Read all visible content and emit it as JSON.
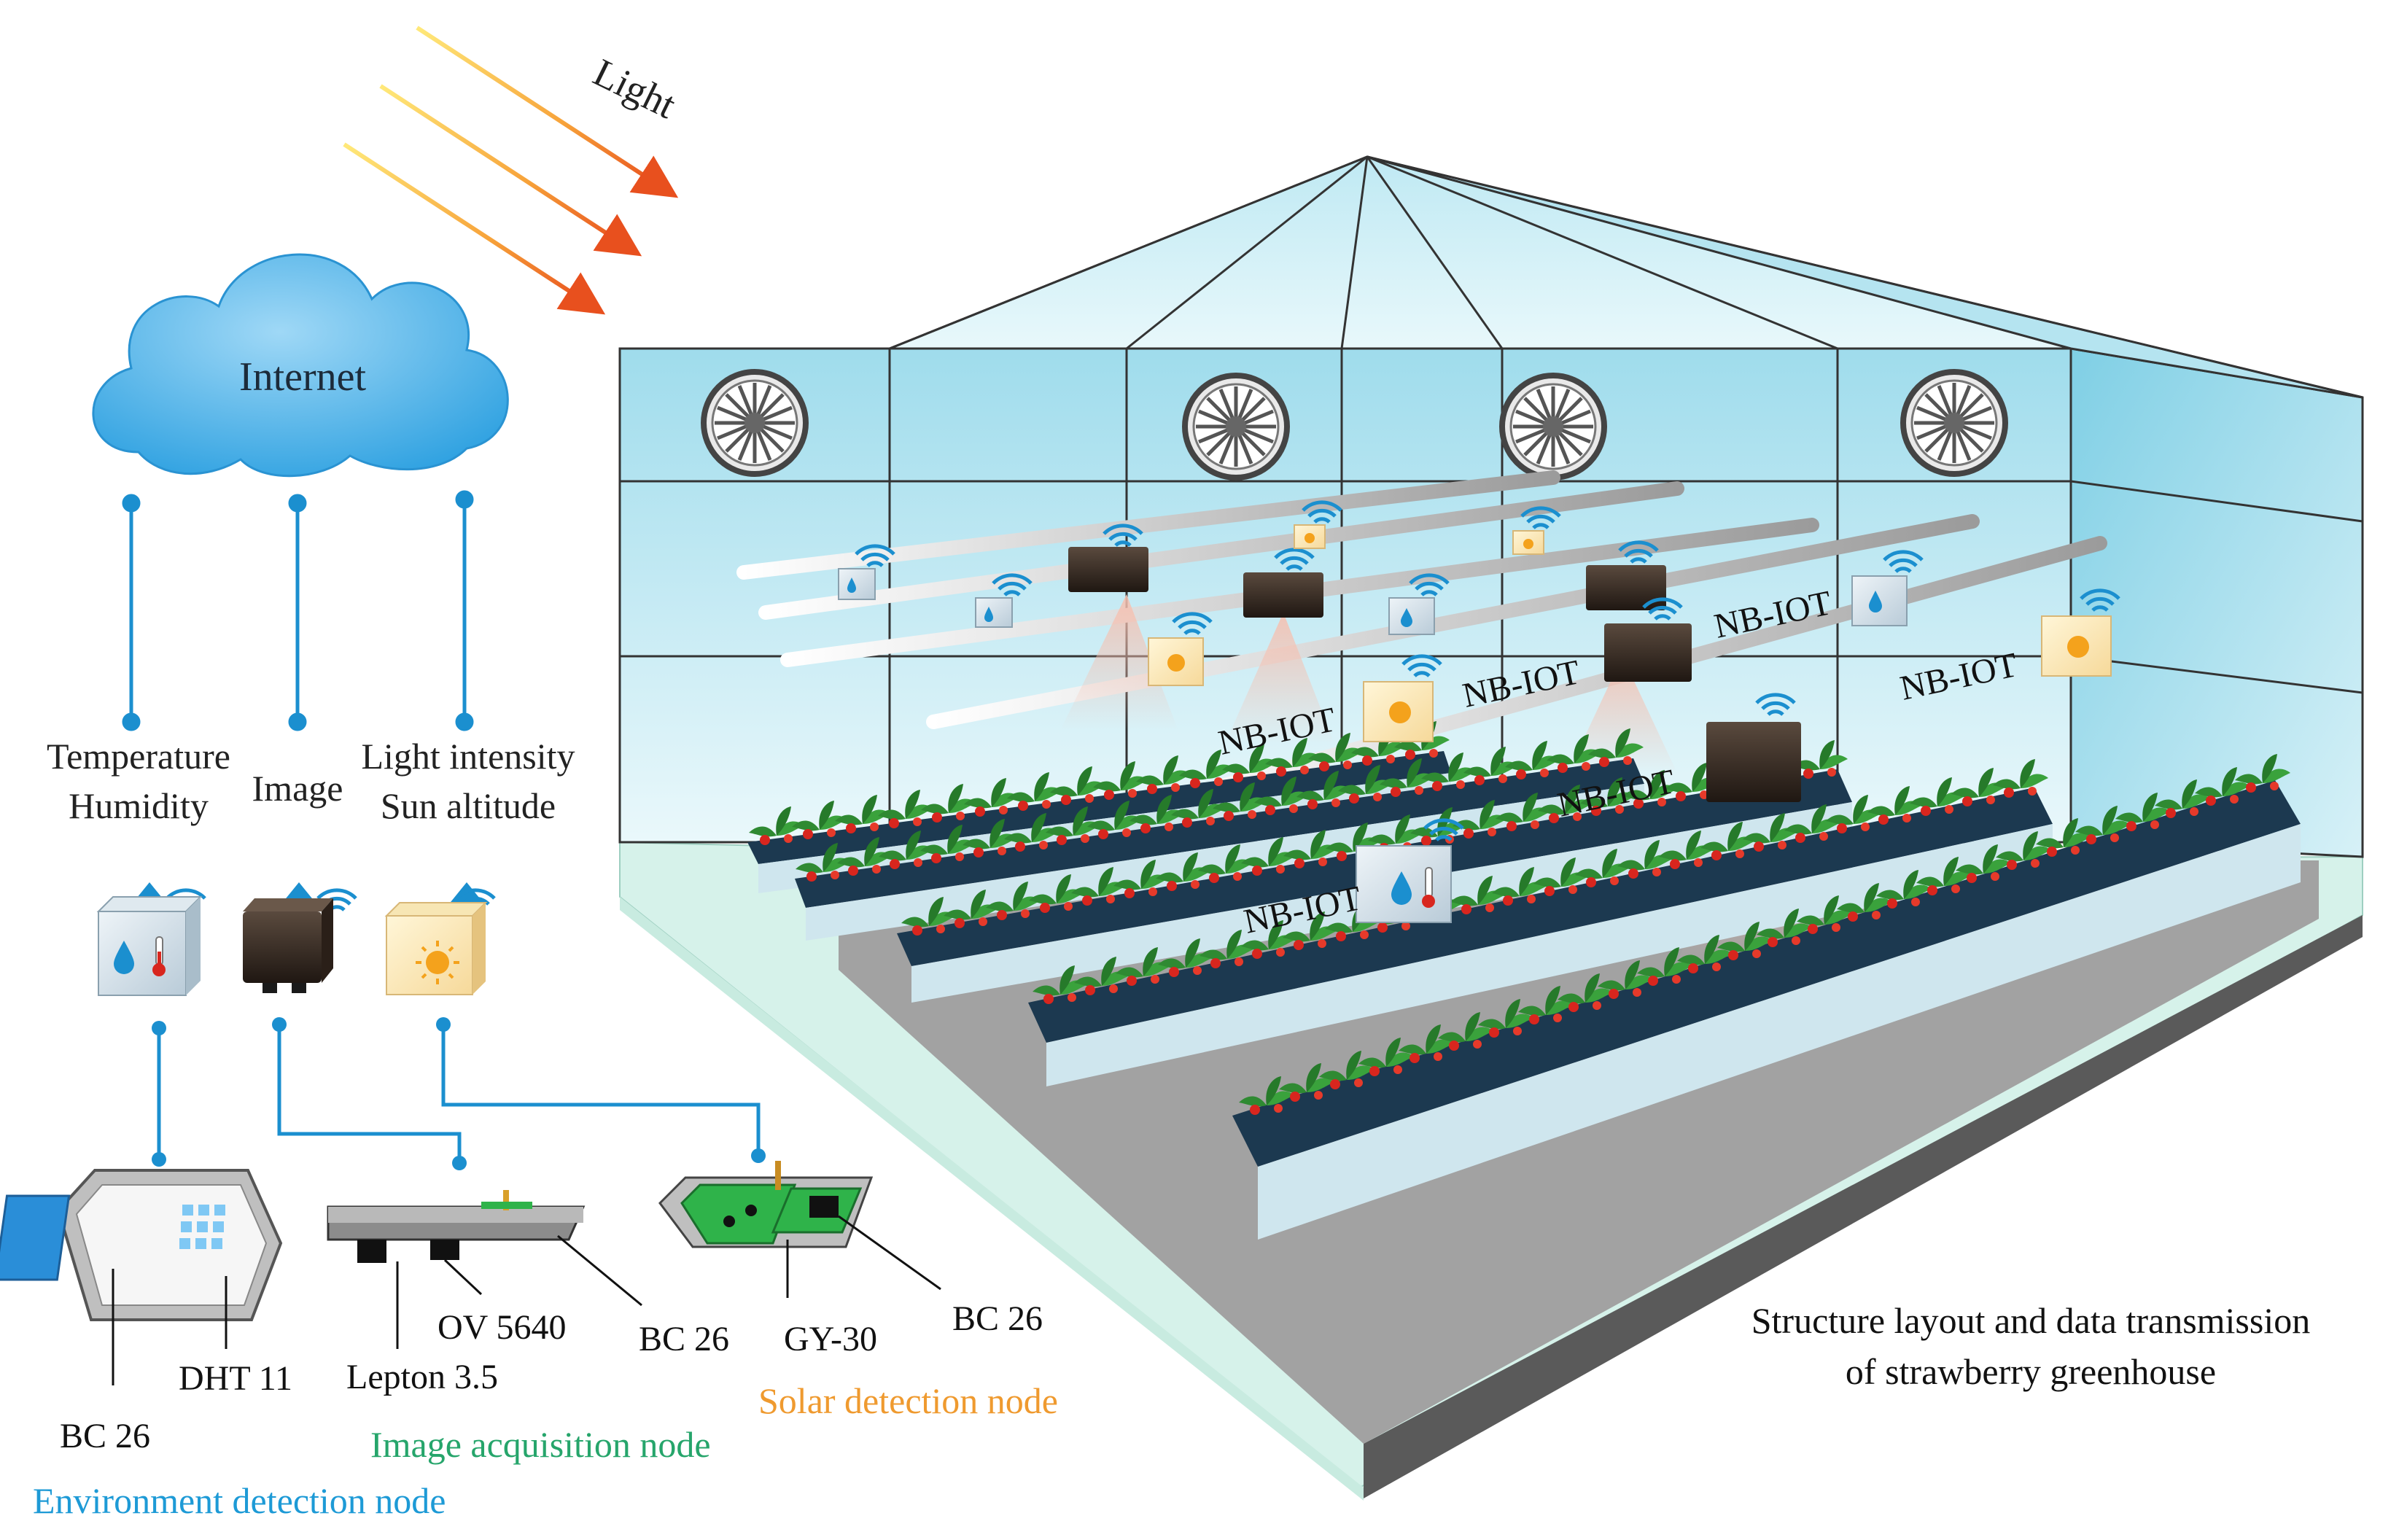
{
  "title": {
    "line1": "Structure layout and data transmission",
    "line2": "of strawberry greenhouse"
  },
  "light_label": "Light",
  "cloud_label": "Internet",
  "data_labels": {
    "temperature": "Temperature",
    "humidity": "Humidity",
    "image": "Image",
    "light_intensity": "Light intensity",
    "sun_altitude": "Sun altitude"
  },
  "components": {
    "env_bc26": "BC 26",
    "dht11": "DHT 11",
    "lepton": "Lepton 3.5",
    "ov5640": "OV 5640",
    "img_bc26": "BC 26",
    "gy30": "GY-30",
    "solar_bc26": "BC 26"
  },
  "node_names": {
    "solar": "Solar detection node",
    "image": "Image acquisition node",
    "environment": "Environment detection node"
  },
  "network_labels": [
    "NB-IOT",
    "NB-IOT",
    "NB-IOT",
    "NB-IOT",
    "NB-IOT",
    "NB-IOT"
  ],
  "colors": {
    "link_blue": "#1b8fcf",
    "cloud_blue": "#2aa0e2",
    "glass": "#cdeef7",
    "bed": "#1c3950",
    "floor": "#d6f2ea",
    "environment_text": "#1d9ad6",
    "image_text": "#26a56b",
    "solar_text": "#ef9a2f",
    "strawberry": "#d8261e",
    "leaf": "#2f8a32"
  }
}
